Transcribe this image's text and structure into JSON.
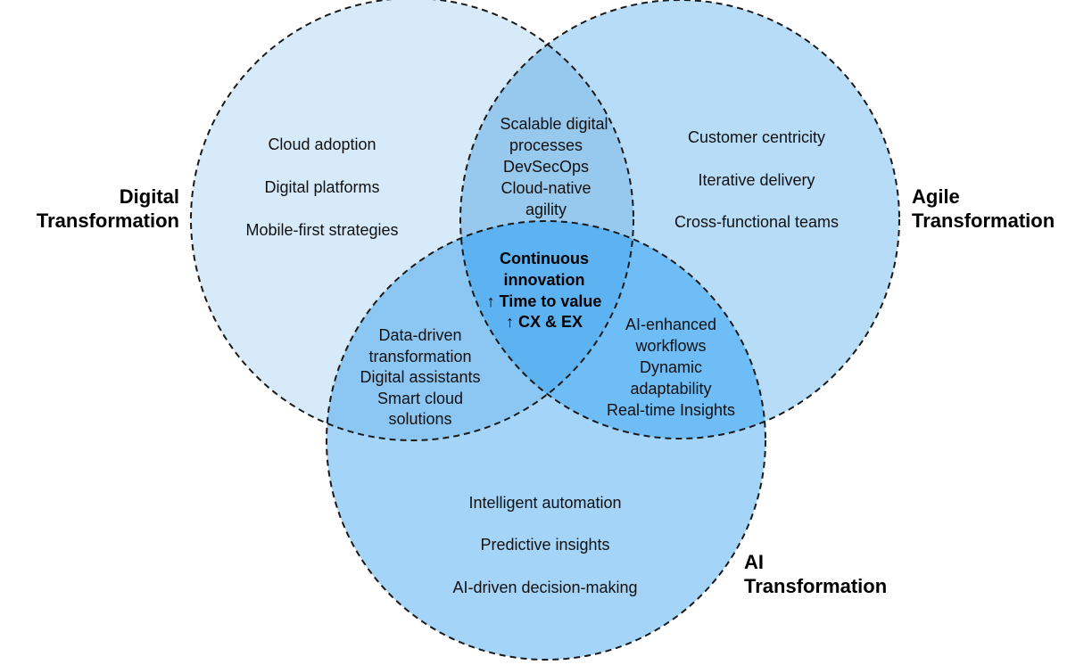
{
  "colors": {
    "digital": "#d6eaf9",
    "agile": "#b7dcf7",
    "ai": "#a4d4f8",
    "digital_agile": "#97c8ee",
    "digital_ai": "#8cc7f4",
    "agile_ai": "#6fbdf6",
    "center": "#5db2f2",
    "outline": "#1a1a1a"
  },
  "sets": {
    "digital": {
      "label": [
        "Digital",
        "Transformation"
      ],
      "items": [
        "Cloud adoption",
        "Digital platforms",
        "Mobile-first strategies"
      ]
    },
    "agile": {
      "label": [
        "Agile",
        "Transformation"
      ],
      "items": [
        "Customer centricity",
        "Iterative delivery",
        "Cross-functional teams"
      ]
    },
    "ai": {
      "label": [
        "AI",
        "Transformation"
      ],
      "items": [
        "Intelligent automation",
        "Predictive insights",
        "AI-driven decision-making"
      ]
    }
  },
  "overlaps": {
    "digital_agile": [
      "Scalable digital",
      "processes",
      "DevSecOps",
      "Cloud-native",
      "agility"
    ],
    "digital_ai": [
      "Data-driven",
      "transformation",
      "Digital assistants",
      "Smart cloud",
      "solutions"
    ],
    "agile_ai": [
      "AI-enhanced",
      "workflows",
      "Dynamic",
      "adaptability",
      "Real-time Insights"
    ],
    "center": [
      "Continuous",
      "innovation",
      "↑ Time to value",
      "↑ CX & EX"
    ]
  }
}
